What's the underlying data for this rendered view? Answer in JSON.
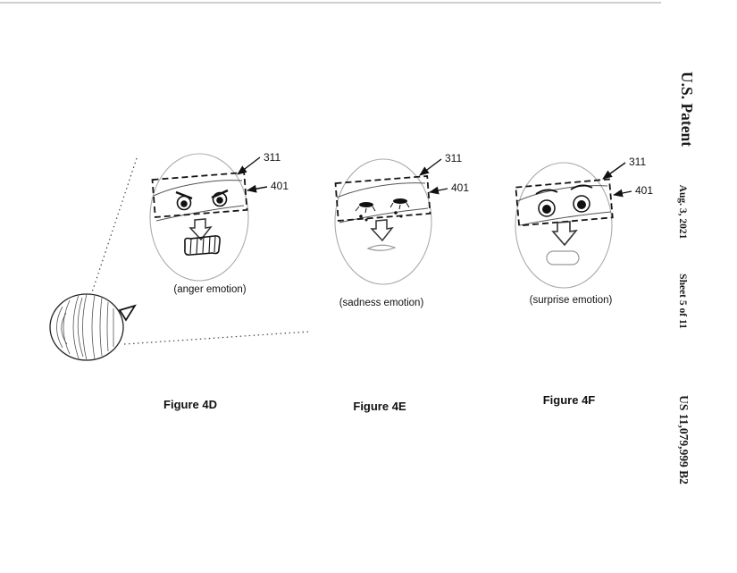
{
  "sheet": {
    "right_margin": {
      "patent_label": "U.S. Patent",
      "date": "Aug. 3, 2021",
      "sheet_info": "Sheet 5 of 11",
      "patent_number": "US 11,079,999 B2"
    },
    "figures": [
      {
        "label": "Figure 4D",
        "caption": "(anger emotion)",
        "refs": {
          "band": "311",
          "region": "401"
        }
      },
      {
        "label": "Figure 4E",
        "caption": "(sadness emotion)",
        "refs": {
          "band": "311",
          "region": "401"
        }
      },
      {
        "label": "Figure 4F",
        "caption": "(surprise emotion)",
        "refs": {
          "band": "311",
          "region": "401"
        }
      }
    ],
    "colors": {
      "ink": "#111111",
      "light_outline": "#aaaaaa",
      "background": "#ffffff"
    }
  }
}
